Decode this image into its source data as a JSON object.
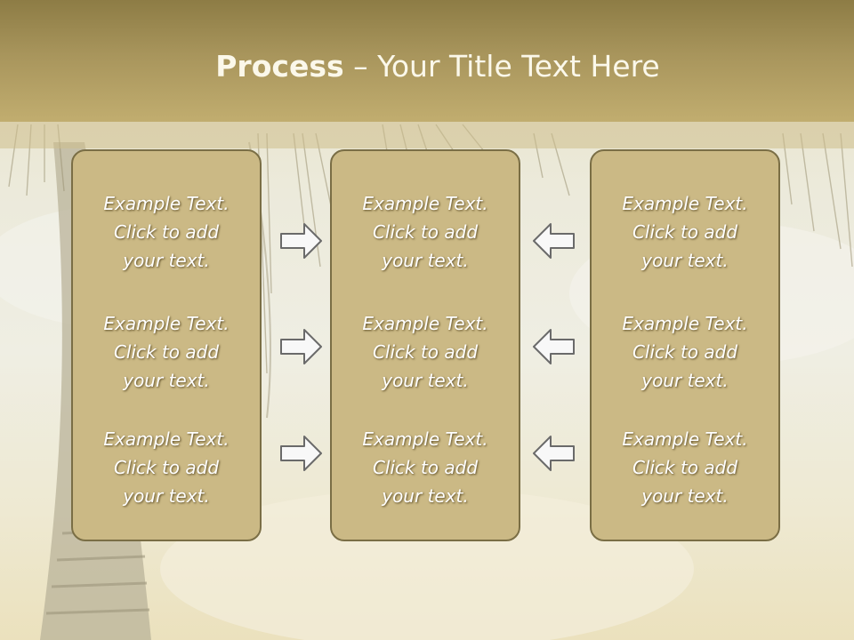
{
  "title": {
    "bold": "Process",
    "rest": " – Your Title Text Here"
  },
  "boxes": [
    {
      "items": [
        {
          "line1": "Example Text.",
          "line2": "Click  to add",
          "line3": "your text."
        },
        {
          "line1": "Example Text.",
          "line2": "Click  to add",
          "line3": "your text."
        },
        {
          "line1": "Example Text.",
          "line2": "Click  to add",
          "line3": "your text."
        }
      ]
    },
    {
      "items": [
        {
          "line1": "Example Text.",
          "line2": "Click  to add",
          "line3": "your text."
        },
        {
          "line1": "Example Text.",
          "line2": "Click  to add",
          "line3": "your text."
        },
        {
          "line1": "Example Text.",
          "line2": "Click  to add",
          "line3": "your text."
        }
      ]
    },
    {
      "items": [
        {
          "line1": "Example Text.",
          "line2": "Click  to add",
          "line3": "your text."
        },
        {
          "line1": "Example Text.",
          "line2": "Click  to add",
          "line3": "your text."
        },
        {
          "line1": "Example Text.",
          "line2": "Click  to add",
          "line3": "your text."
        }
      ]
    }
  ],
  "arrows": {
    "left_group": "arrow-right-icon",
    "right_group": "arrow-left-icon"
  },
  "colors": {
    "title_bar": "#a8955c",
    "box_fill": "#cbb985",
    "box_border": "#7a6e45",
    "text": "#ffffff"
  }
}
